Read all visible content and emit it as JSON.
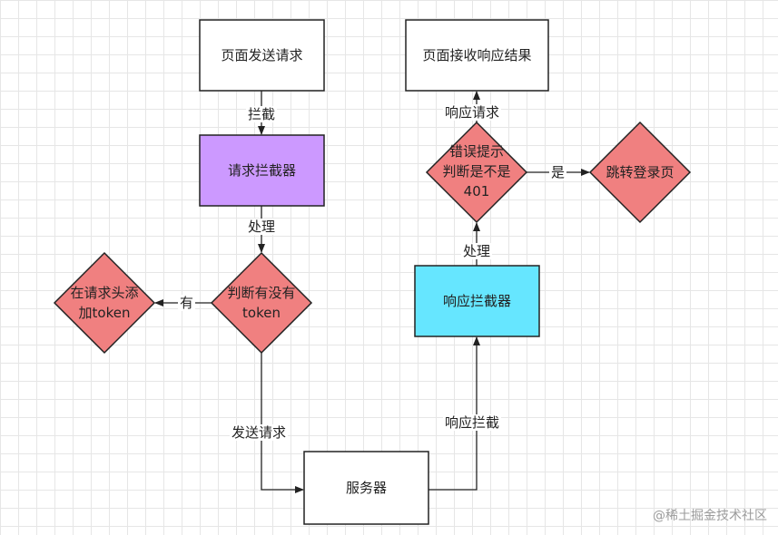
{
  "colors": {
    "box_fill": "#ffffff",
    "request_interceptor_fill": "#cc99ff",
    "response_interceptor_fill": "#66e6ff",
    "diamond_fill": "#f08080",
    "stroke": "#222222"
  },
  "nodes": {
    "page_send": "页面发送请求",
    "request_interceptor": "请求拦截器",
    "check_token_line1": "判断有没有",
    "check_token_line2": "token",
    "add_token_line1": "在请求头添",
    "add_token_line2": "加token",
    "server": "服务器",
    "response_interceptor": "响应拦截器",
    "error_check_line1": "错误提示",
    "error_check_line2": "判断是不是",
    "error_check_line3": "401",
    "redirect_login": "跳转登录页",
    "page_receive": "页面接收响应结果"
  },
  "edges": {
    "intercept": "拦截",
    "process_1": "处理",
    "has": "有",
    "send_request": "发送请求",
    "response_intercept": "响应拦截",
    "process_2": "处理",
    "yes": "是",
    "response_request": "响应请求"
  },
  "watermark": "@稀土掘金技术社区"
}
